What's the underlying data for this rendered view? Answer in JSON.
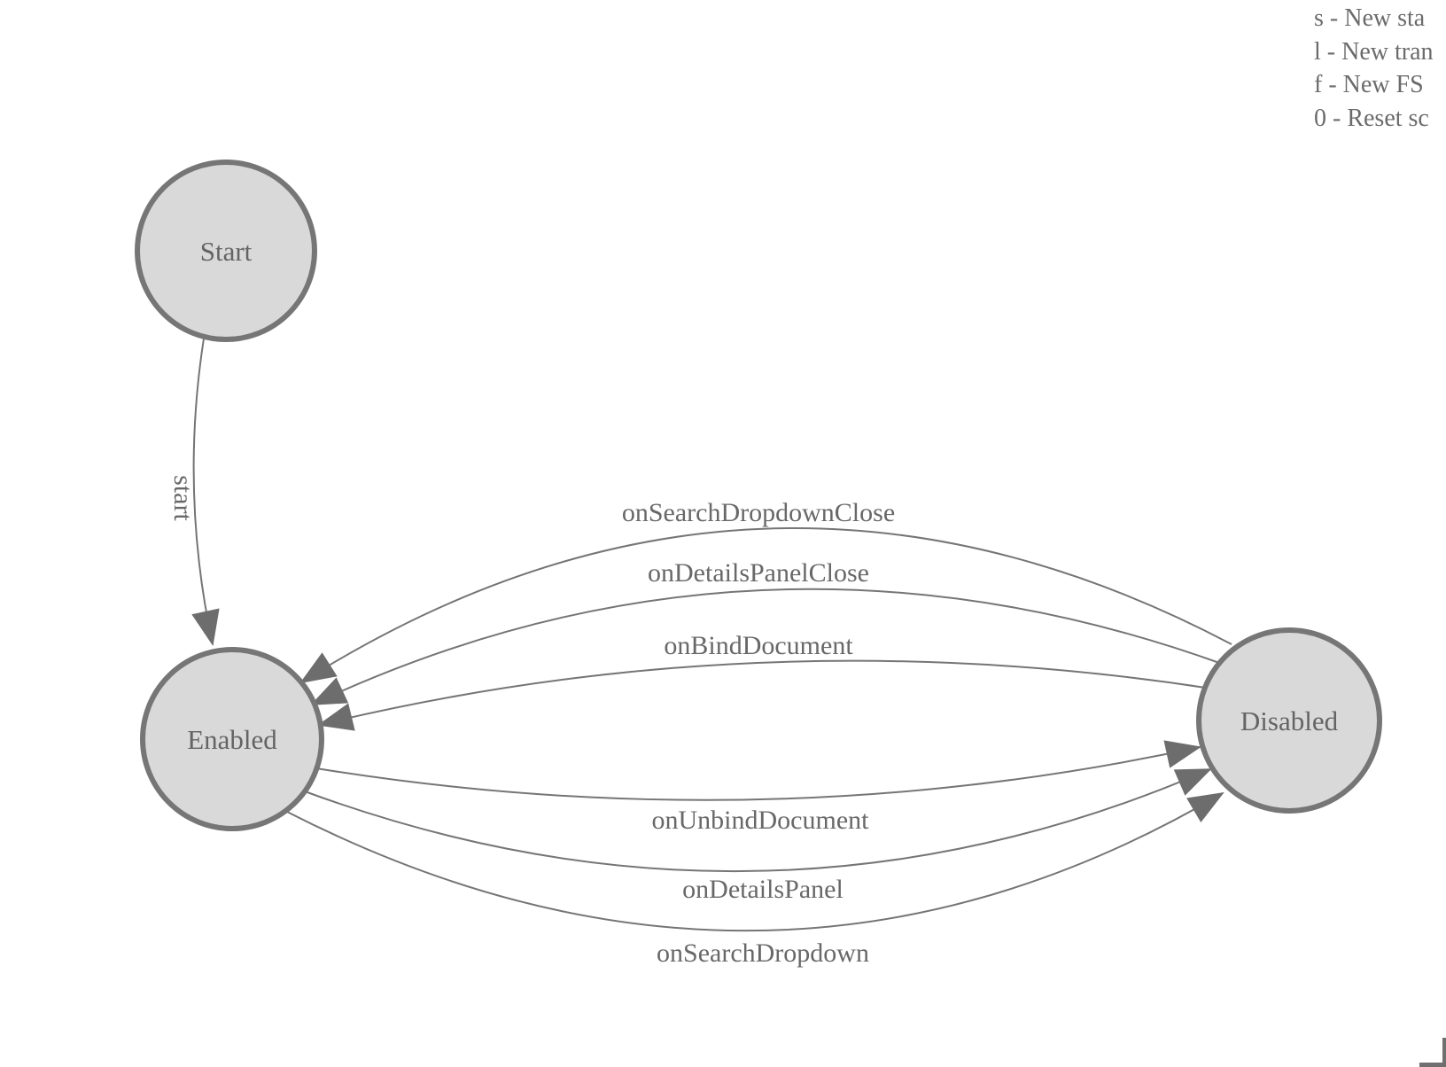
{
  "diagram": {
    "states": [
      {
        "id": "start",
        "label": "Start"
      },
      {
        "id": "enabled",
        "label": "Enabled"
      },
      {
        "id": "disabled",
        "label": "Disabled"
      }
    ],
    "transitions": [
      {
        "from": "Start",
        "to": "Enabled",
        "label": "start"
      },
      {
        "from": "Disabled",
        "to": "Enabled",
        "label": "onSearchDropdownClose"
      },
      {
        "from": "Disabled",
        "to": "Enabled",
        "label": "onDetailsPanelClose"
      },
      {
        "from": "Disabled",
        "to": "Enabled",
        "label": "onBindDocument"
      },
      {
        "from": "Enabled",
        "to": "Disabled",
        "label": "onUnbindDocument"
      },
      {
        "from": "Enabled",
        "to": "Disabled",
        "label": "onDetailsPanel"
      },
      {
        "from": "Enabled",
        "to": "Disabled",
        "label": "onSearchDropdown"
      }
    ]
  },
  "legend": {
    "items": [
      "s - New sta",
      "l - New tran",
      "f - New FS",
      "0 - Reset sc"
    ]
  },
  "colors": {
    "state_fill": "#d9d9d9",
    "state_stroke": "#767676",
    "edge_line": "#757575",
    "arrowhead": "#6d6d6d",
    "label_text": "#686868"
  }
}
